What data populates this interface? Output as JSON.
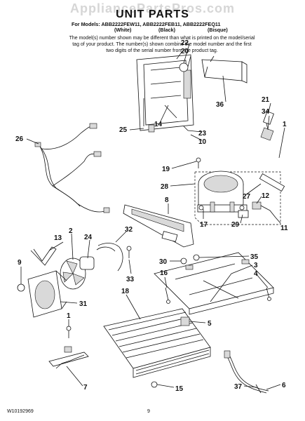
{
  "watermark": "AppliancePartsPros.com",
  "title": "UNIT PARTS",
  "models_line": "For Models: ABB2222FEW11, ABB2222FEB11, ABB2222FEQ11",
  "colors": [
    "(White)",
    "(Black)",
    "(Bisque)"
  ],
  "note": "The model(s) number shown may be different than what is printed on the model/serial tag of your product. The number(s) shown combine the model number and the first two digits of the serial number from the product tag.",
  "doc_code": "W10192969",
  "page_number": "9",
  "callouts": [
    "22",
    "20",
    "36",
    "21",
    "34",
    "1",
    "14",
    "25",
    "23",
    "10",
    "26",
    "19",
    "28",
    "27",
    "12",
    "8",
    "17",
    "29",
    "11",
    "32",
    "13",
    "2",
    "24",
    "9",
    "33",
    "30",
    "35",
    "3",
    "4",
    "16",
    "18",
    "31",
    "5",
    "1",
    "6",
    "37",
    "7",
    "15"
  ]
}
